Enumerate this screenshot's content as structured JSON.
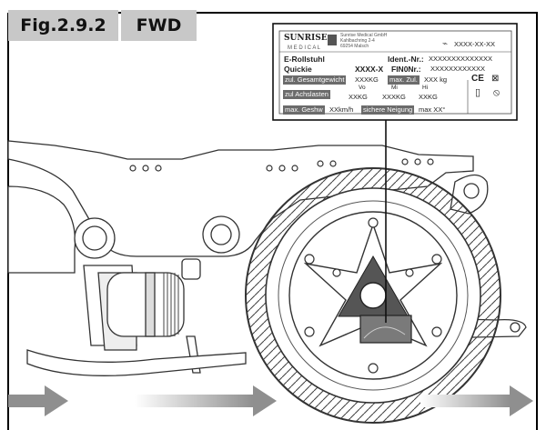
{
  "figure": {
    "number": "Fig.2.9.2",
    "variant": "FWD"
  },
  "label_plate": {
    "brand_logo": "SUNRISE",
    "brand_sub": "M E D I C A L",
    "manufacturer": [
      "Sunrise Medical GmbH",
      "Kahlbachring 2-4",
      "69254 Malsch"
    ],
    "date": "XXXX-XX-XX",
    "product_type": "E-Rollstuhl",
    "ident_label": "Ident.-Nr.:",
    "ident_value": "XXXXXXXXXXXXXX",
    "model": "Quickie",
    "model_code": "XXXX-X",
    "fin_label": "FIN0Nr.:",
    "fin_value": "XXXXXXXXXXXX",
    "total_weight_label": "zul. Gesamtgewicht",
    "total_weight_value": "XXXKG",
    "max_load_label": "max. Zul.",
    "max_load_value": "XXX kg",
    "axle_load_label": "zul Achslasten",
    "axle_cols": [
      "Vo",
      "Mi",
      "Hi"
    ],
    "axle_values": [
      "XXKG",
      "XXXKG",
      "XXKG"
    ],
    "max_speed_label": "max. Geshw",
    "max_speed_value": "XXkm/h",
    "safe_slope_label": "sichere Neigung",
    "safe_slope_value": "max XX°",
    "ce_mark": "CE"
  },
  "icons": [
    "date-of-manufacture-icon",
    "ce-mark-icon",
    "weee-bin-icon",
    "instructions-icon",
    "warning-icon"
  ],
  "colors": {
    "tab": "#c8c8c8",
    "arrow": "#8f8f8f",
    "frame": "#000000"
  }
}
